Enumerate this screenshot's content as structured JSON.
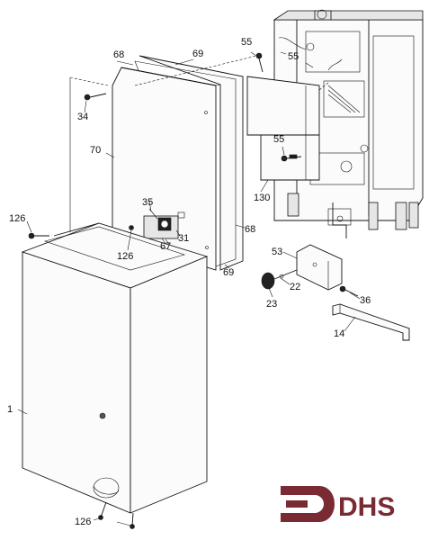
{
  "parts": {
    "p1": "1",
    "p14": "14",
    "p22": "22",
    "p23": "23",
    "p31": "31",
    "p34": "34",
    "p35": "35",
    "p36": "36",
    "p53": "53",
    "p55a": "55",
    "p55b": "55",
    "p55c": "55",
    "p67": "67",
    "p68a": "68",
    "p68b": "68",
    "p69a": "69",
    "p69b": "69",
    "p70": "70",
    "p126a": "126",
    "p126b": "126",
    "p126c": "126",
    "p130": "130"
  },
  "logo": {
    "text": "DHS",
    "color": "#7a2a33"
  }
}
